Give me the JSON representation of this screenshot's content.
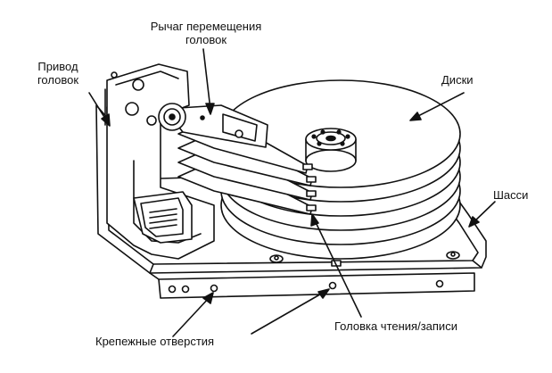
{
  "labels": {
    "arm": "Рычаг перемещения\nголовок",
    "actuator": "Привод\nголовок",
    "platters": "Диски",
    "chassis": "Шасси",
    "mount_holes": "Крепежные отверстия",
    "head": "Головка чтения/записи"
  }
}
